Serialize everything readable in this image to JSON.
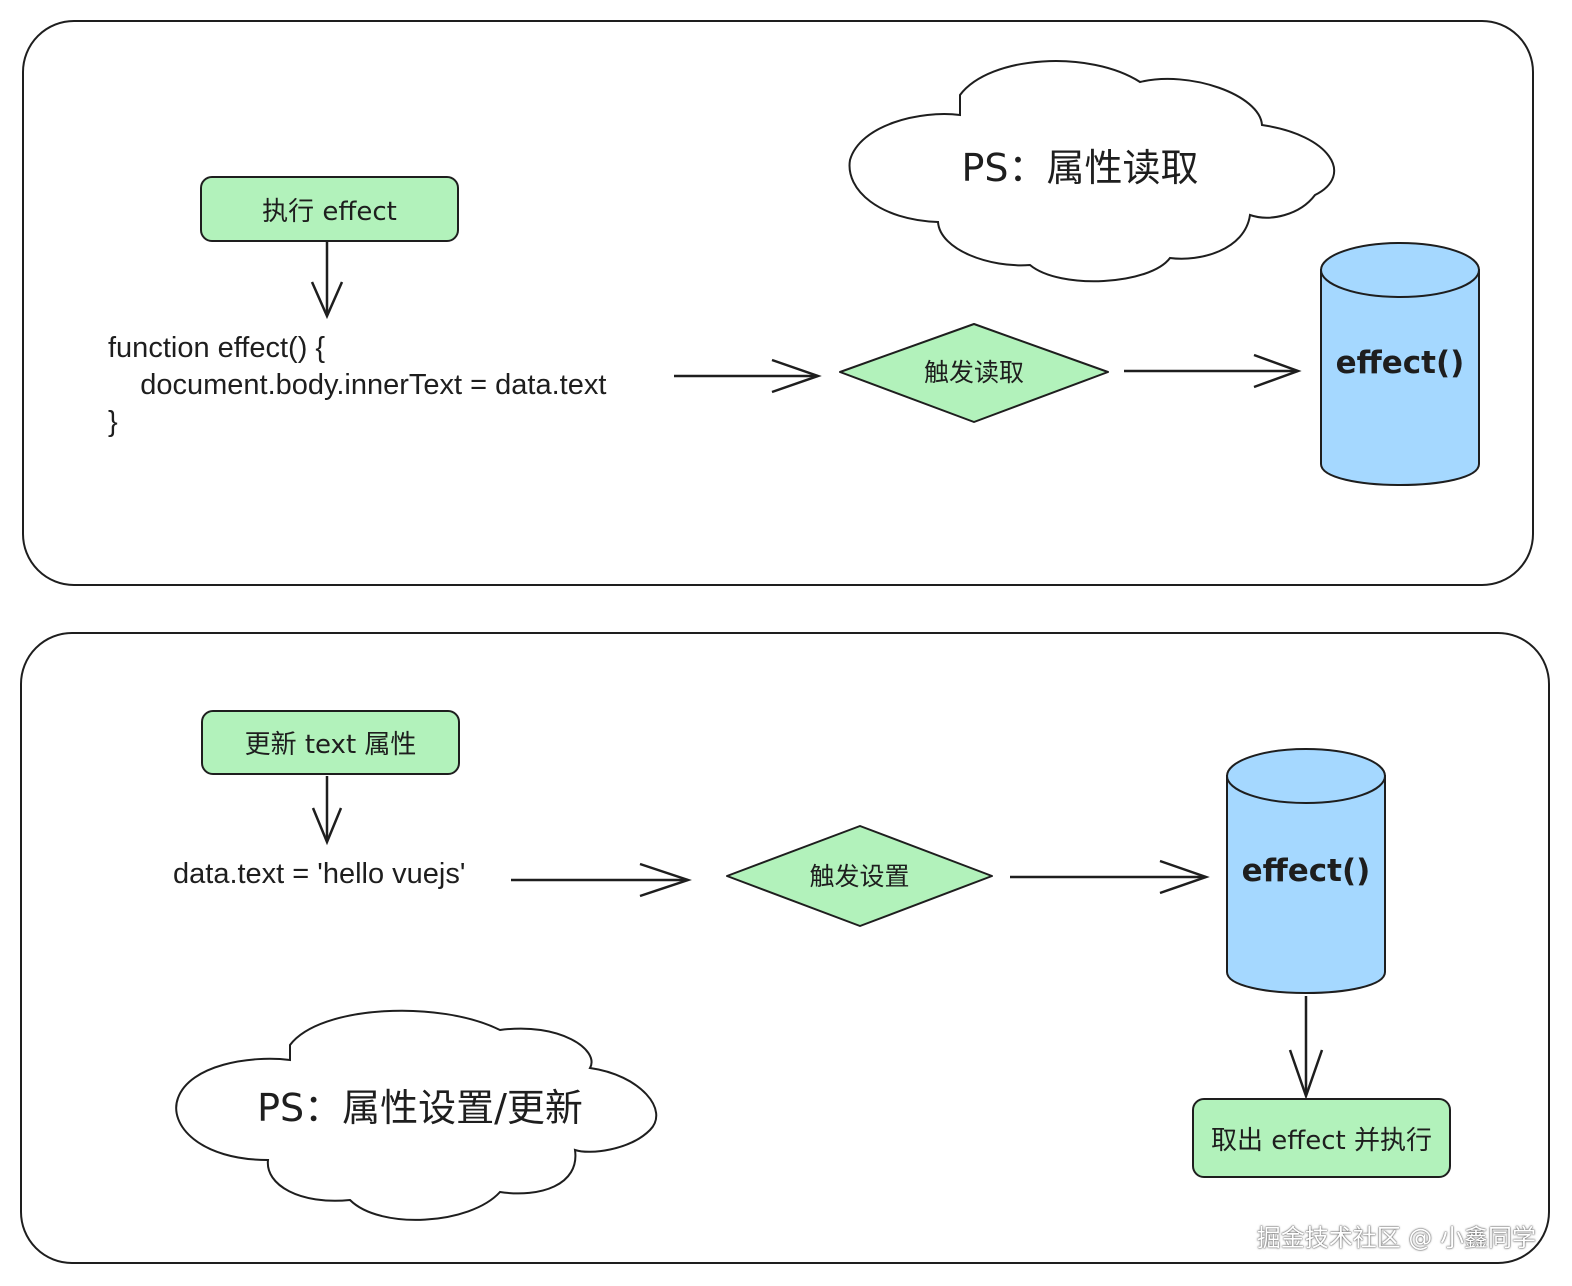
{
  "top_section": {
    "start_box": "执行 effect",
    "code_lines": [
      "function effect() {",
      "    document.body.innerText = data.text",
      "}"
    ],
    "decision": "触发读取",
    "store": "effect()",
    "cloud_note": "PS：属性读取"
  },
  "bottom_section": {
    "start_box": "更新 text 属性",
    "code_line": "data.text = 'hello vuejs'",
    "decision": "触发设置",
    "store": "effect()",
    "end_box": "取出 effect 并执行",
    "cloud_note": "PS：属性设置/更新"
  },
  "watermark": "掘金技术社区 @ 小鑫同学",
  "colors": {
    "process_fill": "#b2f2bb",
    "store_fill": "#a5d8ff",
    "stroke": "#1e1e1e"
  }
}
